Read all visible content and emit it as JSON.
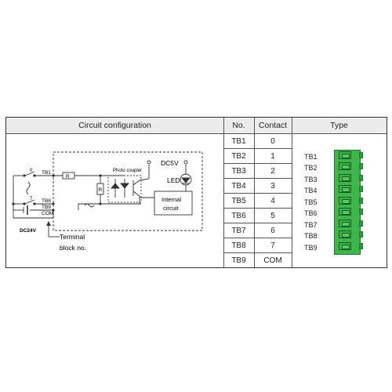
{
  "table": {
    "headers": {
      "circuit": "Circuit configuration",
      "no": "No.",
      "contact": "Contact",
      "type": "Type"
    },
    "rows": [
      {
        "no": "TB1",
        "contact": "0"
      },
      {
        "no": "TB2",
        "contact": "1"
      },
      {
        "no": "TB3",
        "contact": "2"
      },
      {
        "no": "TB4",
        "contact": "3"
      },
      {
        "no": "TB5",
        "contact": "4"
      },
      {
        "no": "TB6",
        "contact": "5"
      },
      {
        "no": "TB7",
        "contact": "6"
      },
      {
        "no": "TB8",
        "contact": "7"
      },
      {
        "no": "TB9",
        "contact": "COM"
      }
    ]
  },
  "circuit": {
    "dc5v": "DC5V",
    "photo_coupler": "Photo coupler",
    "led": "LED",
    "internal_circuit_line1": "Internal",
    "internal_circuit_line2": "circuit",
    "resistor": "R",
    "input_0": "0",
    "input_7": "7",
    "tb1": "TB1",
    "tb8": "TB8",
    "tb9": "TB9",
    "com": "COM",
    "dc24v": "DC24V",
    "terminal_line1": "Terminal",
    "terminal_line2": "block no."
  },
  "connector": {
    "labels": [
      "TB1",
      "TB2",
      "TB3",
      "TB4",
      "TB5",
      "TB6",
      "TB7",
      "TB8",
      "TB9"
    ],
    "color": "#3db54a"
  }
}
